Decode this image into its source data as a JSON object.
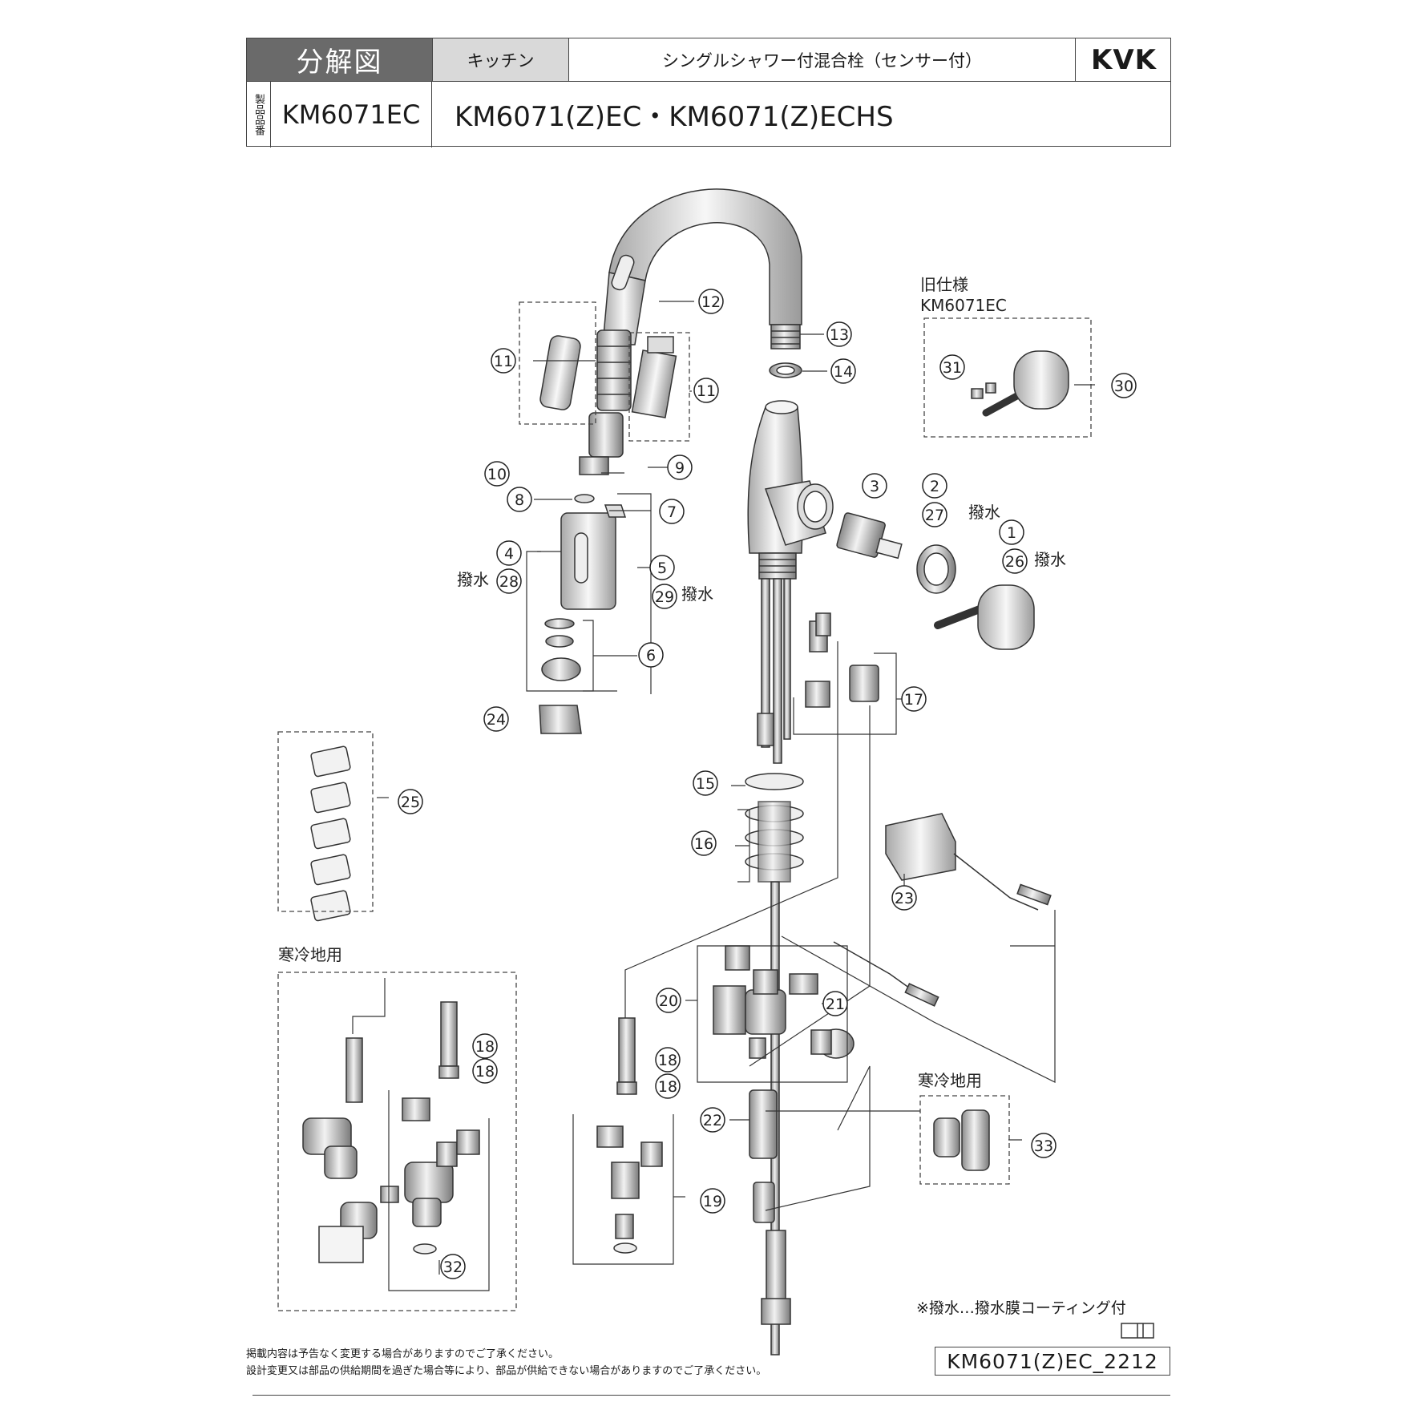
{
  "header": {
    "title": "分解図",
    "category": "キッチン",
    "description": "シングルシャワー付混合栓（センサー付）",
    "brand": "KVK",
    "side_label": "製品品番",
    "code": "KM6071EC",
    "models": "KM6071(Z)EC・KM6071(Z)ECHS"
  },
  "labels": {
    "old_spec_1": "旧仕様",
    "old_spec_2": "KM6071EC",
    "cold_1": "寒冷地用",
    "cold_2": "寒冷地用",
    "water_repellent": "撥水"
  },
  "callouts": [
    "1",
    "2",
    "3",
    "4",
    "5",
    "6",
    "7",
    "8",
    "9",
    "10",
    "11",
    "11",
    "12",
    "13",
    "14",
    "15",
    "16",
    "17",
    "18",
    "18",
    "18",
    "18",
    "19",
    "20",
    "21",
    "22",
    "23",
    "24",
    "25",
    "26",
    "27",
    "28",
    "29",
    "30",
    "31",
    "32",
    "33"
  ],
  "footer": {
    "note": "※撥水…撥水膜コーティング付",
    "disclaimer_1": "掲載内容は予告なく変更する場合がありますのでご了承ください。",
    "disclaimer_2": "設計変更又は部品の供給期間を過ぎた場合等により、部品が供給できない場合がありますのでご了承ください。",
    "code": "KM6071(Z)EC_2212"
  },
  "colors": {
    "header_dark": "#6a6a6a",
    "header_light": "#d9d9d9",
    "line": "#222222"
  }
}
